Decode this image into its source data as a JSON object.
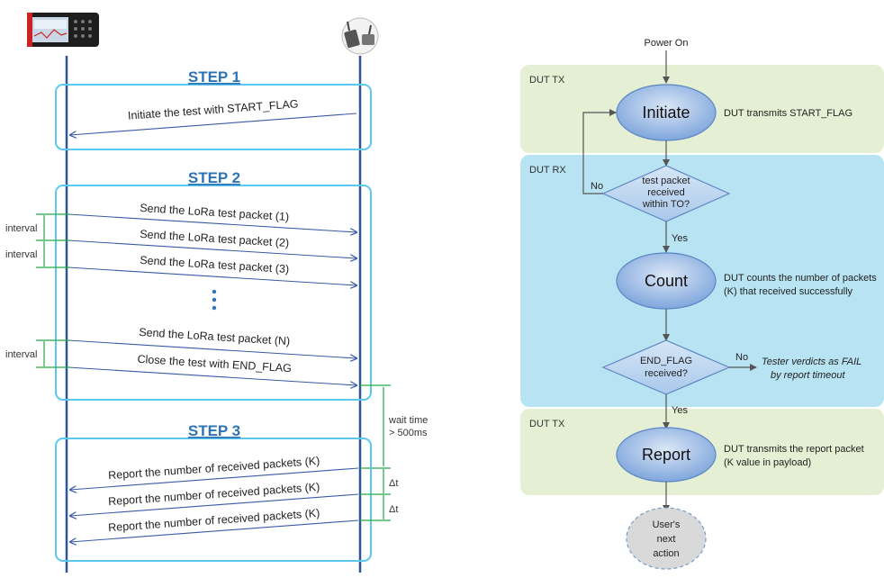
{
  "sequence": {
    "steps": [
      "STEP 1",
      "STEP 2",
      "STEP 3"
    ],
    "step1_message": "Initiate the test with START_FLAG",
    "packets": [
      "Send the LoRa test packet (1)",
      "Send the LoRa test packet (2)",
      "Send the LoRa test packet (3)",
      "Send the LoRa test packet (N)"
    ],
    "close_message": "Close the test with END_FLAG",
    "interval_label": "interval",
    "wait_time": [
      "wait time",
      "> 500ms"
    ],
    "report_message": "Report the number of received packets (K)",
    "delta_label": "Δt",
    "colors": {
      "frame": "#5bc8f0",
      "lifeline": "#2e5597",
      "arrow": "#3a5aa8",
      "bracket": "#22aa44"
    },
    "icons": {
      "tester": "signal-analyzer-icon",
      "dut": "lora-device-icon"
    }
  },
  "flowchart": {
    "power_on": "Power On",
    "regions": [
      "DUT TX",
      "DUT RX",
      "DUT TX"
    ],
    "initiate": "Initiate",
    "initiate_note": "DUT transmits START_FLAG",
    "decision1": [
      "test packet",
      "received",
      "within TO?"
    ],
    "no_label": "No",
    "yes_label": "Yes",
    "count": "Count",
    "count_note": [
      "DUT counts the number of packets",
      "(K) that received successfully"
    ],
    "decision2": [
      "END_FLAG",
      "received?"
    ],
    "fail_note": [
      "Tester verdicts as FAIL",
      "by report timeout"
    ],
    "report": "Report",
    "report_note": [
      "DUT transmits the report packet",
      "(K value in payload)"
    ],
    "next_action": [
      "User's",
      "next",
      "action"
    ],
    "colors": {
      "tx_region": "#e4efd3",
      "rx_region": "#b7e3f2",
      "node": "#8db3e2",
      "decision": "#b3d4f0",
      "next": "#d9d9d9"
    }
  }
}
